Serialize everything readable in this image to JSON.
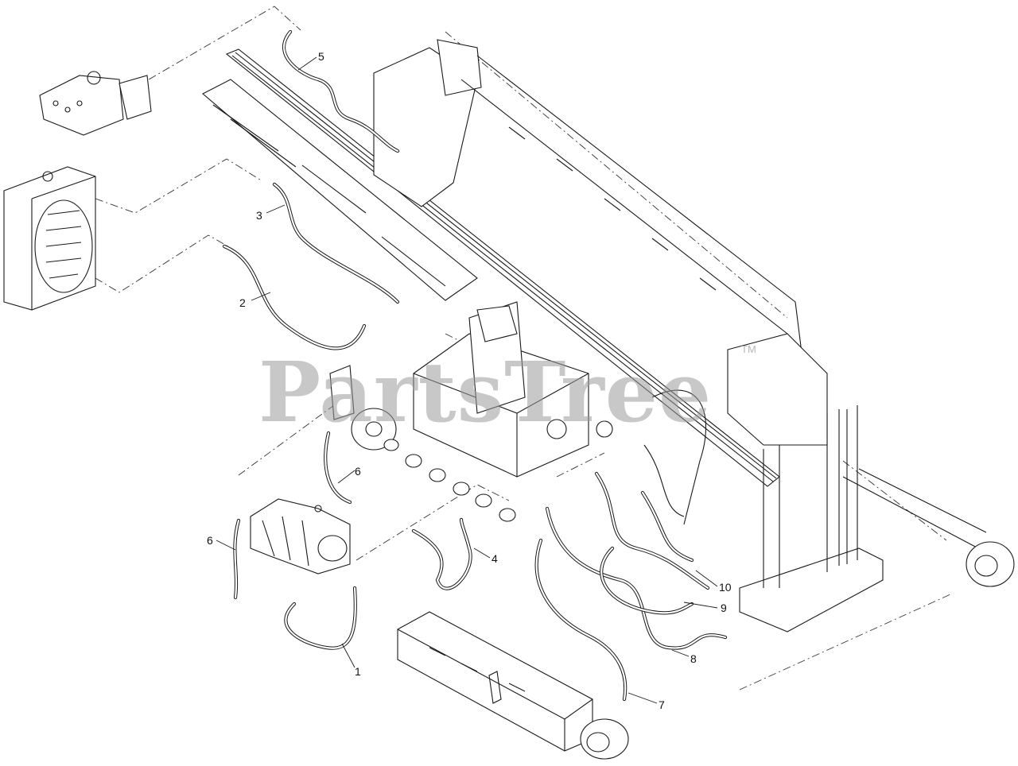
{
  "watermark": {
    "text": "PartsTree",
    "trademark": "TM"
  },
  "callouts": [
    {
      "id": "1",
      "label": "1"
    },
    {
      "id": "2",
      "label": "2"
    },
    {
      "id": "3",
      "label": "3"
    },
    {
      "id": "4",
      "label": "4"
    },
    {
      "id": "5",
      "label": "5"
    },
    {
      "id": "6a",
      "label": "6"
    },
    {
      "id": "6b",
      "label": "6"
    },
    {
      "id": "7",
      "label": "7"
    },
    {
      "id": "8",
      "label": "8"
    },
    {
      "id": "9",
      "label": "9"
    },
    {
      "id": "10",
      "label": "10"
    }
  ]
}
